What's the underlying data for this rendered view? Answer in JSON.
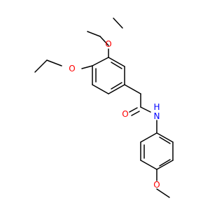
{
  "molecule": {
    "atoms": [
      {
        "id": "O1",
        "label": "O",
        "color": "#ff0000"
      },
      {
        "id": "O2",
        "label": "O",
        "color": "#ff0000"
      },
      {
        "id": "O3",
        "label": "O",
        "color": "#ff0000"
      },
      {
        "id": "N1",
        "label": "H",
        "sub_label": "N",
        "color": "#0000ff"
      },
      {
        "id": "O4",
        "label": "O",
        "color": "#ff0000"
      }
    ],
    "bond_color": "#000000"
  }
}
